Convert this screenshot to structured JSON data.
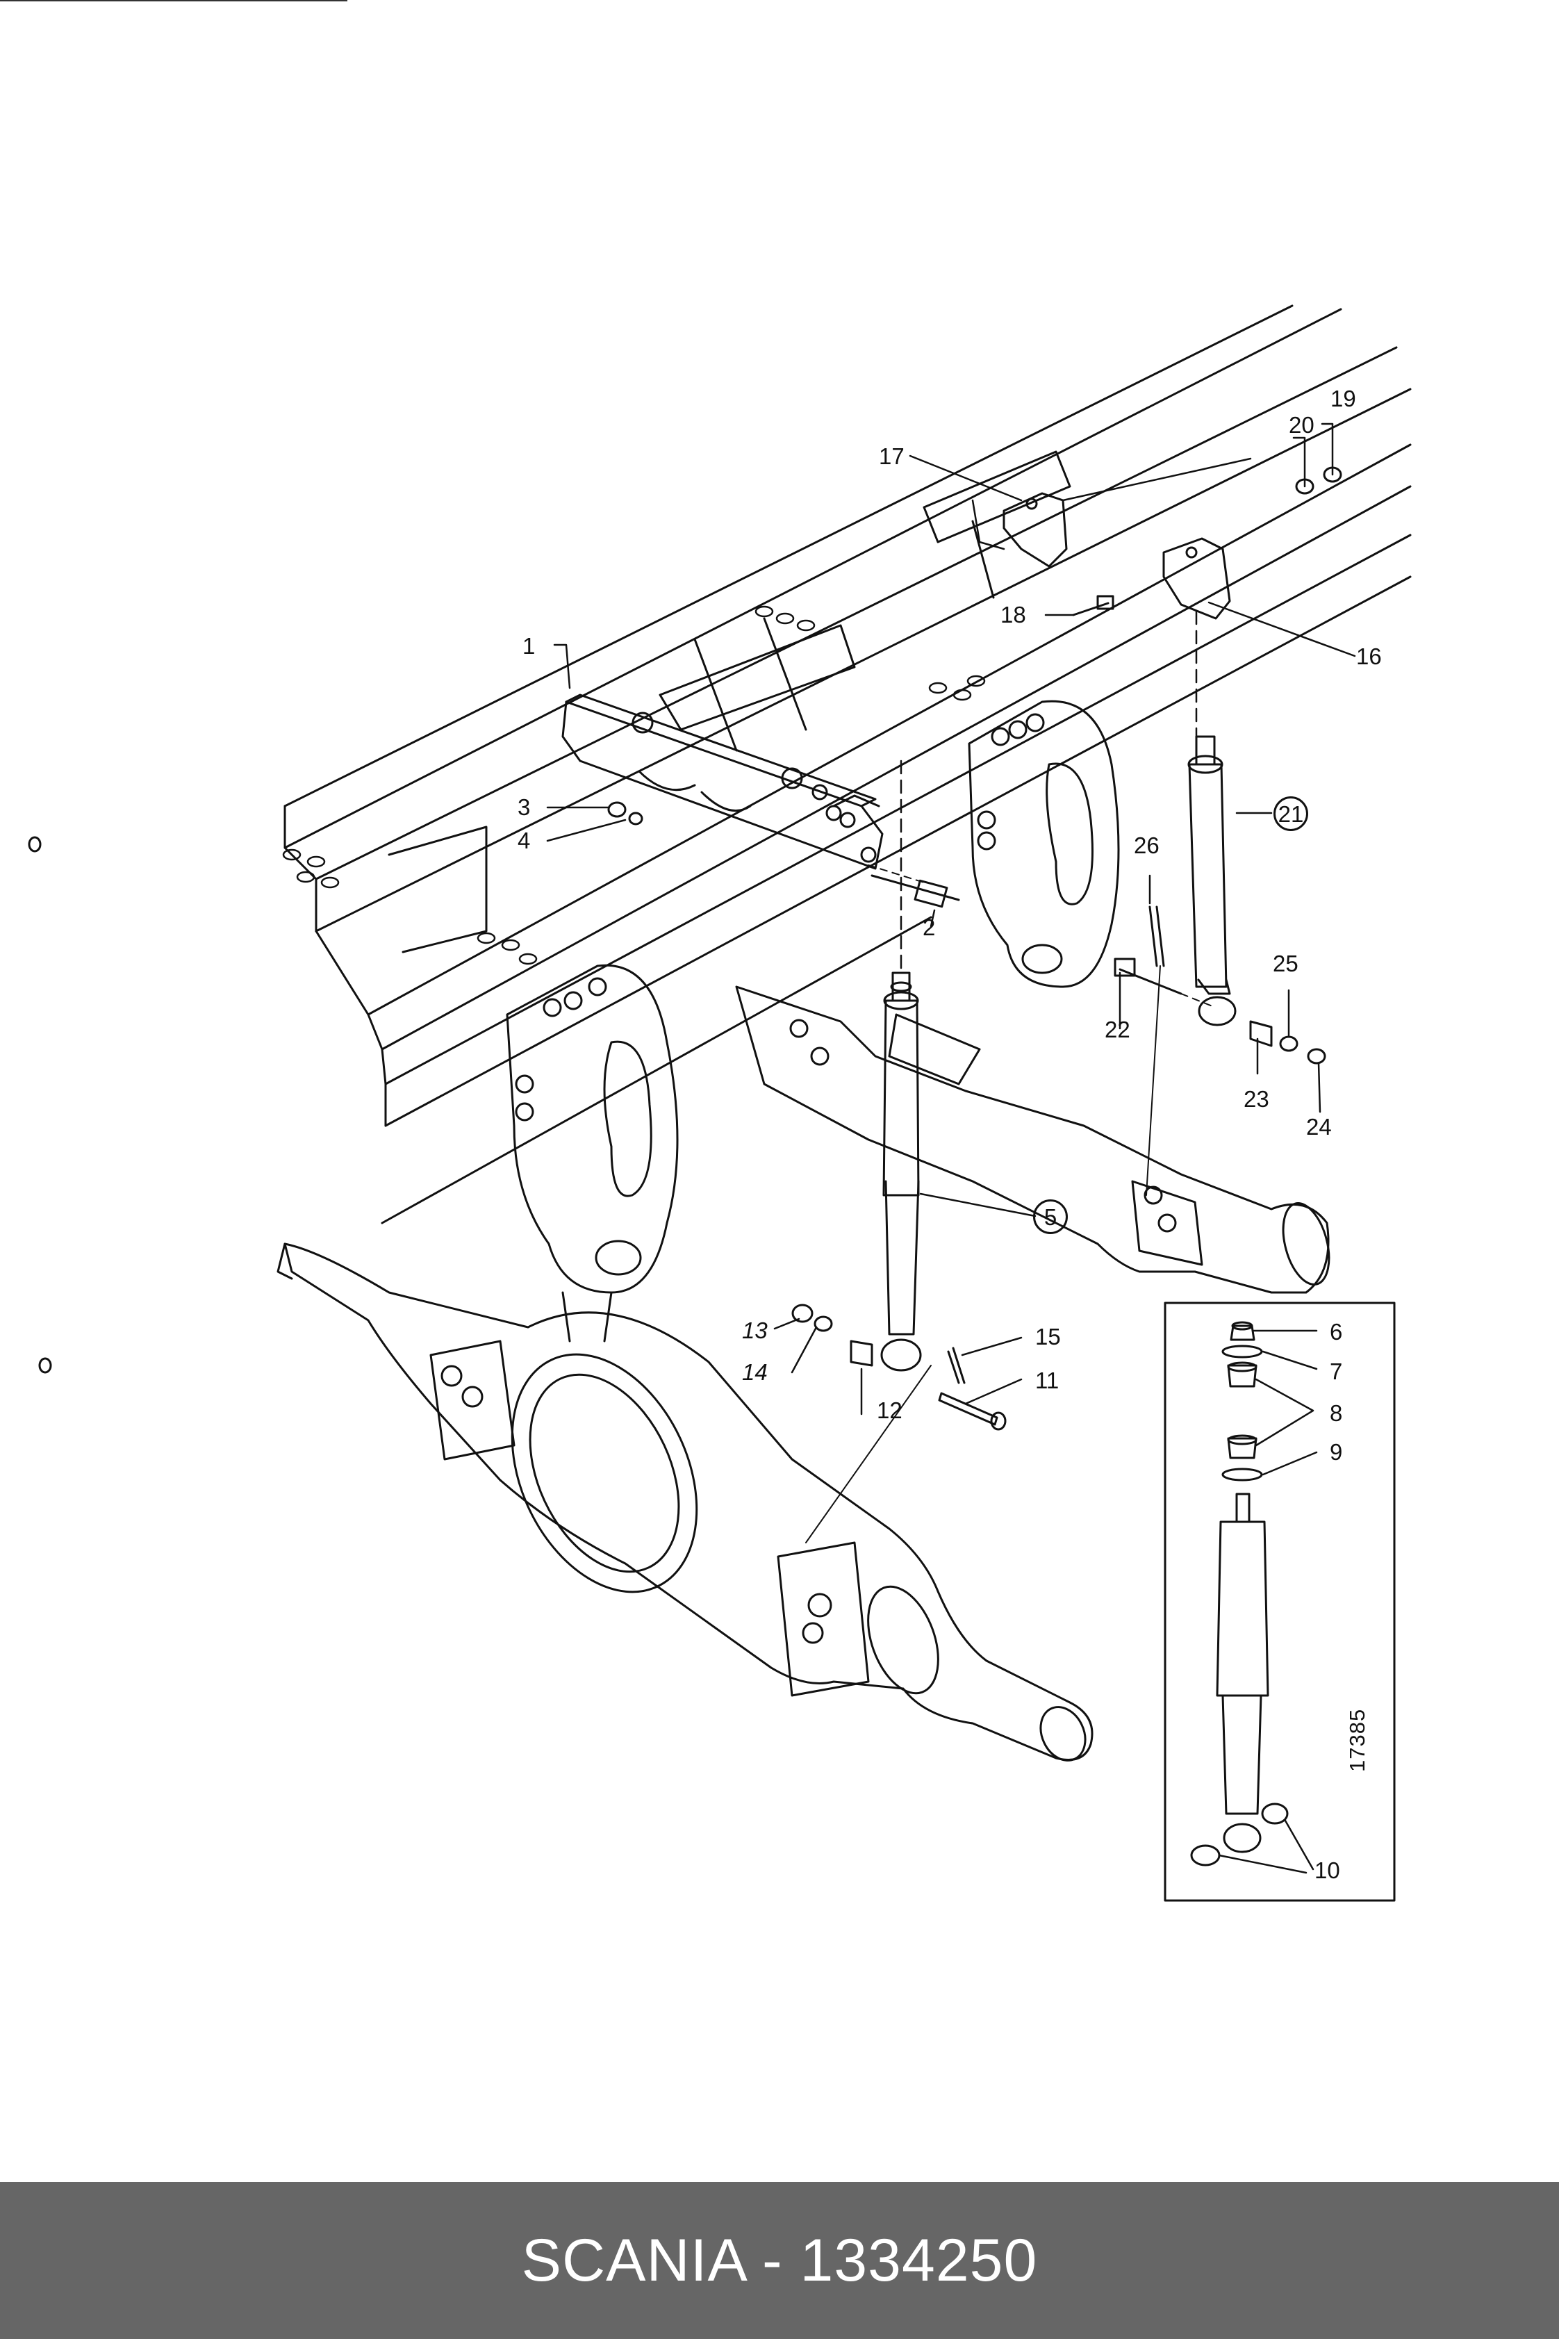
{
  "diagram": {
    "reference_number": "17385",
    "callouts": [
      {
        "id": "c1",
        "text": "1"
      },
      {
        "id": "c2",
        "text": "2"
      },
      {
        "id": "c3",
        "text": "3"
      },
      {
        "id": "c4",
        "text": "4"
      },
      {
        "id": "c5",
        "text": "5"
      },
      {
        "id": "c6",
        "text": "6"
      },
      {
        "id": "c7",
        "text": "7"
      },
      {
        "id": "c8",
        "text": "8"
      },
      {
        "id": "c9",
        "text": "9"
      },
      {
        "id": "c10",
        "text": "10"
      },
      {
        "id": "c11",
        "text": "11"
      },
      {
        "id": "c12",
        "text": "12"
      },
      {
        "id": "c13",
        "text": "13"
      },
      {
        "id": "c14",
        "text": "14"
      },
      {
        "id": "c15",
        "text": "15"
      },
      {
        "id": "c16",
        "text": "16"
      },
      {
        "id": "c17",
        "text": "17"
      },
      {
        "id": "c18",
        "text": "18"
      },
      {
        "id": "c19",
        "text": "19"
      },
      {
        "id": "c20",
        "text": "20"
      },
      {
        "id": "c21",
        "text": "21"
      },
      {
        "id": "c22",
        "text": "22"
      },
      {
        "id": "c23",
        "text": "23"
      },
      {
        "id": "c24",
        "text": "24"
      },
      {
        "id": "c25",
        "text": "25"
      },
      {
        "id": "c26",
        "text": "26"
      }
    ]
  },
  "footer": {
    "caption": "SCANIA - 1334250"
  },
  "colors": {
    "line": "#111111",
    "footer_bg": "#666666",
    "footer_text": "#ffffff"
  }
}
